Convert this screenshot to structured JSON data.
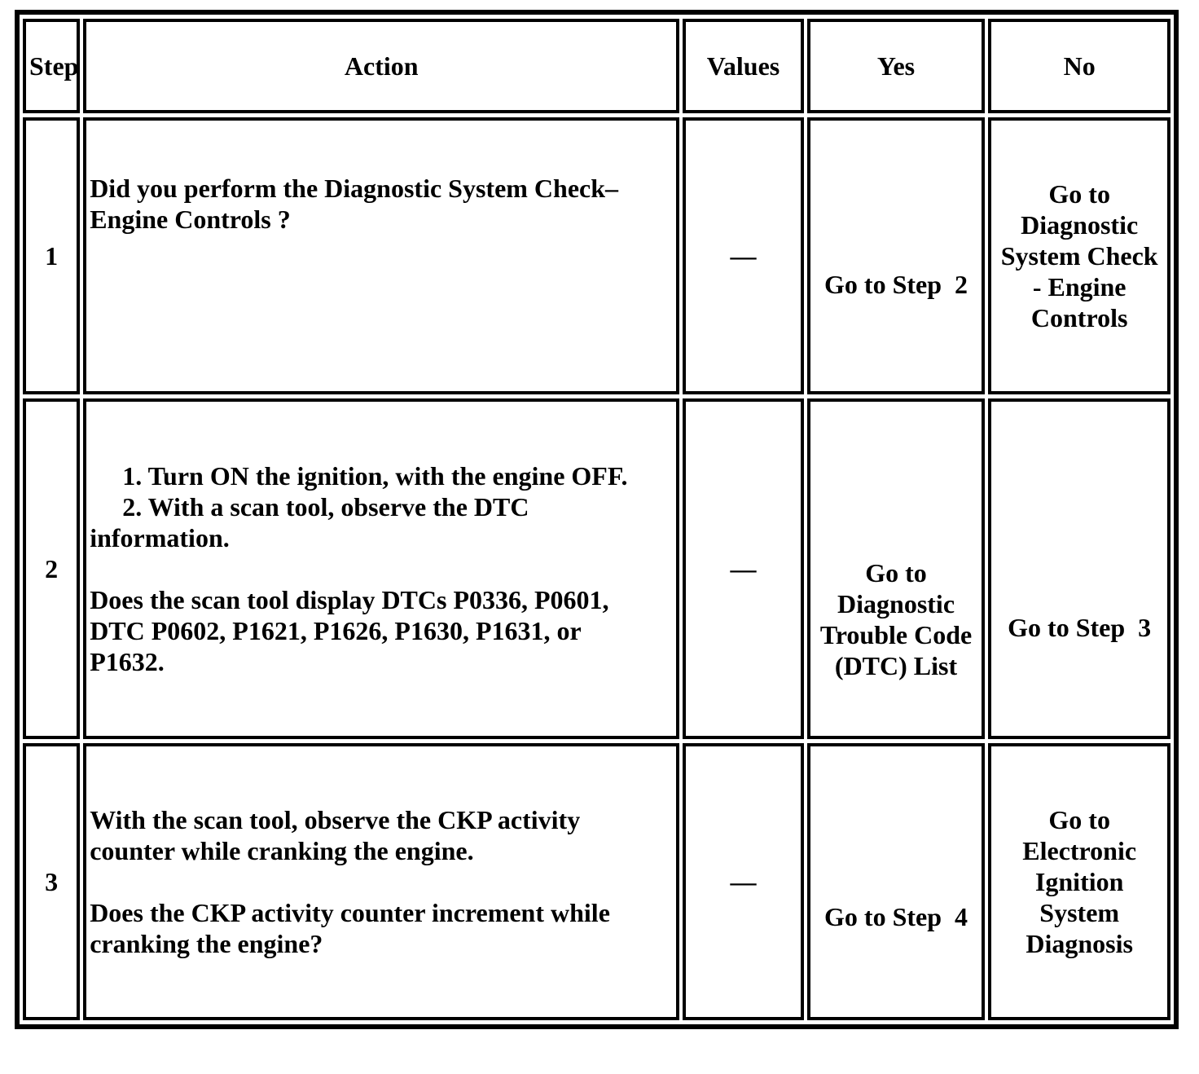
{
  "table": {
    "headers": {
      "step": "Step",
      "action": "Action",
      "values": "Values",
      "yes": "Yes",
      "no": "No"
    },
    "rows": [
      {
        "step": "1",
        "action": "Did you perform the Diagnostic System Check–\nEngine Controls ?",
        "values": "—",
        "yes": "Go to Step  2",
        "no": "Go to\nDiagnostic\nSystem Check\n- Engine\nControls"
      },
      {
        "step": "2",
        "action": "     1. Turn ON the ignition, with the engine OFF.\n     2. With a scan tool, observe the DTC\ninformation.\n\nDoes the scan tool display DTCs P0336, P0601,\nDTC P0602, P1621, P1626, P1630, P1631, or\nP1632.",
        "values": "—",
        "yes": "Go to\nDiagnostic\nTrouble Code\n(DTC) List",
        "no": "Go to Step  3"
      },
      {
        "step": "3",
        "action": "With the scan tool, observe the CKP activity\ncounter while cranking the engine.\n\nDoes the CKP activity counter increment while\ncranking the engine?",
        "values": "—",
        "yes": "Go to Step  4",
        "no": "Go to\nElectronic\nIgnition\nSystem\nDiagnosis"
      }
    ],
    "colors": {
      "border": "#000000",
      "text": "#000000",
      "background": "#ffffff"
    }
  }
}
